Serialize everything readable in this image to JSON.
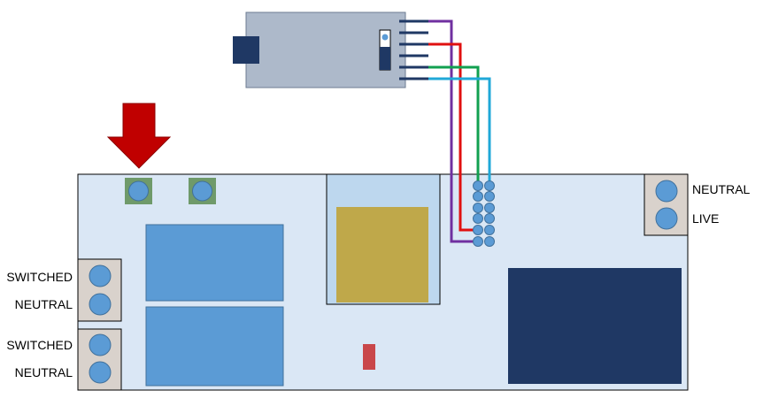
{
  "labels": {
    "right_top": "NEUTRAL",
    "right_bottom": "LIVE",
    "left1_top": "SWITCHED",
    "left1_bottom": "NEUTRAL",
    "left2_top": "SWITCHED",
    "left2_bottom": "NEUTRAL"
  },
  "colors": {
    "board": "#dae7f5",
    "module": "#adb9ca",
    "dark": "#1f3864",
    "blue": "#5b9bd5",
    "arrow": "#c00000",
    "wire_purple": "#7030a0",
    "wire_red": "#e01010",
    "wire_green": "#12a050",
    "wire_cyan": "#20a8d8"
  }
}
